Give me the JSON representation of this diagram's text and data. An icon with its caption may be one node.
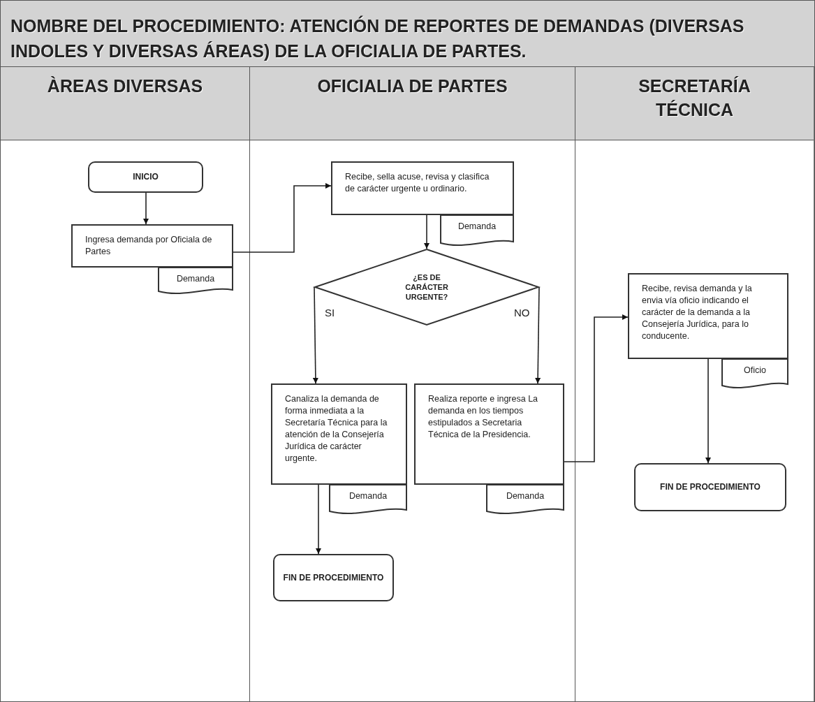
{
  "diagram": {
    "title": "NOMBRE DEL PROCEDIMIENTO: ATENCIÓN DE REPORTES DE DEMANDAS (DIVERSAS INDOLES Y DIVERSAS ÁREAS) DE LA OFICIALIA DE PARTES.",
    "nodes": [
      {
        "text": [
          "ÀREAS DIVERSAS"
        ]
      },
      {
        "text": [
          "OFICIALIA DE PARTES"
        ]
      },
      {
        "text": [
          "SECRETARÍA TÉCNICA"
        ]
      },
      {
        "text": [
          "INICIO"
        ],
        "in": 0
      },
      {
        "text": [
          "Ingresa demanda por Oficiala de Partes"
        ],
        "in": 0
      },
      {
        "text": [
          "Demanda"
        ],
        "in": 0
      },
      {
        "text": [
          "Recibe, sella acuse, revisa y clasifica de carácter urgente u ordinario."
        ],
        "in": 1
      },
      {
        "text": [
          "Demanda"
        ],
        "in": 1
      },
      {
        "text": [
          "¿ES DE CARÁCTER URGENTE?"
        ],
        "in": 1
      },
      {
        "text": [
          "Canaliza la demanda de forma inmediata a la Secretaría Técnica para la atención de la Consejería Jurídica de carácter urgente."
        ],
        "in": 1
      },
      {
        "text": [
          "Demanda"
        ],
        "in": 1
      },
      {
        "text": [
          "Realiza reporte e ingresa La demanda en los tiempos estipulados a Secretaria Técnica de la Presidencia."
        ],
        "in": 1
      },
      {
        "text": [
          "Demanda"
        ],
        "in": 1
      },
      {
        "text": [
          "FIN DE PROCEDIMIENTO"
        ],
        "in": 1
      },
      {
        "text": [
          "Recibe, revisa demanda y la envia vía oficio indicando el carácter de la demanda a la Consejería Jurídica, para lo conducente."
        ],
        "in": 2
      },
      {
        "text": [
          "Oficio"
        ],
        "in": 2
      },
      {
        "text": [
          "FIN DE PROCEDIMIENTO"
        ],
        "in": 2
      }
    ],
    "edges": [
      {
        "from": 3,
        "to": 4,
        "arrow": "to"
      },
      {
        "from": 4,
        "to": 6,
        "arrow": "to"
      },
      {
        "from": 6,
        "to": 8,
        "arrow": "to"
      },
      {
        "from": 8,
        "to": 9,
        "arrow": "to",
        "label": "SI"
      },
      {
        "from": 8,
        "to": 11,
        "arrow": "to",
        "label": "NO"
      },
      {
        "from": 9,
        "to": 13,
        "arrow": "to"
      },
      {
        "from": 11,
        "to": 14,
        "arrow": "to"
      },
      {
        "from": 14,
        "to": 16,
        "arrow": "to"
      }
    ]
  }
}
